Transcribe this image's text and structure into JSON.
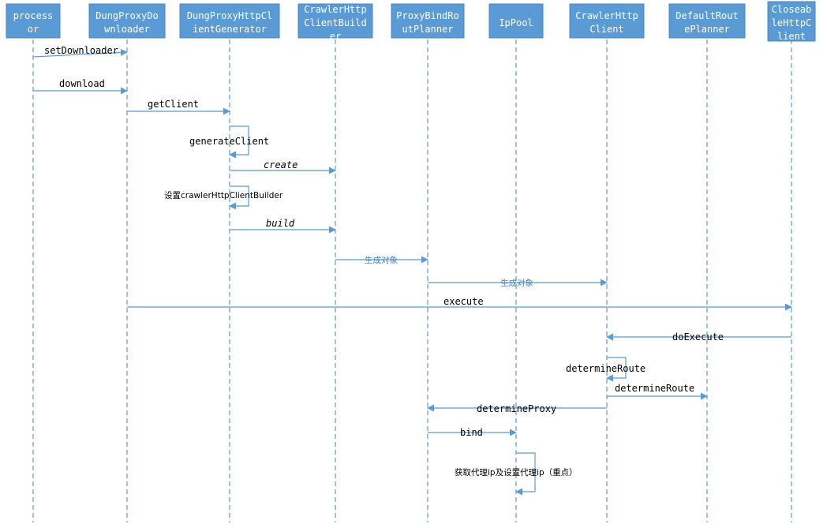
{
  "participants": [
    {
      "lines": [
        "process",
        "or"
      ]
    },
    {
      "lines": [
        "DungProxyDo",
        "wnloader"
      ]
    },
    {
      "lines": [
        "DungProxyHttpCl",
        "ientGenerator"
      ]
    },
    {
      "lines": [
        "CrawlerHttp",
        "ClientBuild",
        "er"
      ]
    },
    {
      "lines": [
        "ProxyBindRo",
        "utPlanner"
      ]
    },
    {
      "lines": [
        "IpPool"
      ]
    },
    {
      "lines": [
        "CrawlerHttp",
        "Client"
      ]
    },
    {
      "lines": [
        "DefaultRout",
        "ePlanner"
      ]
    },
    {
      "lines": [
        "Closeab",
        "leHttpC",
        "lient"
      ]
    }
  ],
  "messages": [
    {
      "from": 0,
      "to": 1,
      "label": "setDownloader"
    },
    {
      "from": 0,
      "to": 1,
      "label": "download"
    },
    {
      "from": 1,
      "to": 2,
      "label": "getClient"
    },
    {
      "from": 2,
      "to": 2,
      "label": "generateClient",
      "self": true
    },
    {
      "from": 2,
      "to": 3,
      "label": "create",
      "italic": true
    },
    {
      "from": 2,
      "to": 2,
      "label": "设置crawlerHttpClientBuilder",
      "self": true
    },
    {
      "from": 2,
      "to": 3,
      "label": "build",
      "italic": true
    },
    {
      "from": 3,
      "to": 4,
      "label": "生成对象"
    },
    {
      "from": 4,
      "to": 6,
      "label": "生成对象"
    },
    {
      "from": 1,
      "to": 8,
      "label": "execute"
    },
    {
      "from": 8,
      "to": 6,
      "label": "doExecute"
    },
    {
      "from": 6,
      "to": 6,
      "label": "determineRoute",
      "self": true
    },
    {
      "from": 6,
      "to": 7,
      "label": "determineRoute"
    },
    {
      "from": 6,
      "to": 4,
      "label": "determineProxy"
    },
    {
      "from": 4,
      "to": 5,
      "label": "bind"
    },
    {
      "from": 5,
      "to": 5,
      "label": "获取代理ip及设置代理ip（重点）",
      "self": true
    }
  ]
}
